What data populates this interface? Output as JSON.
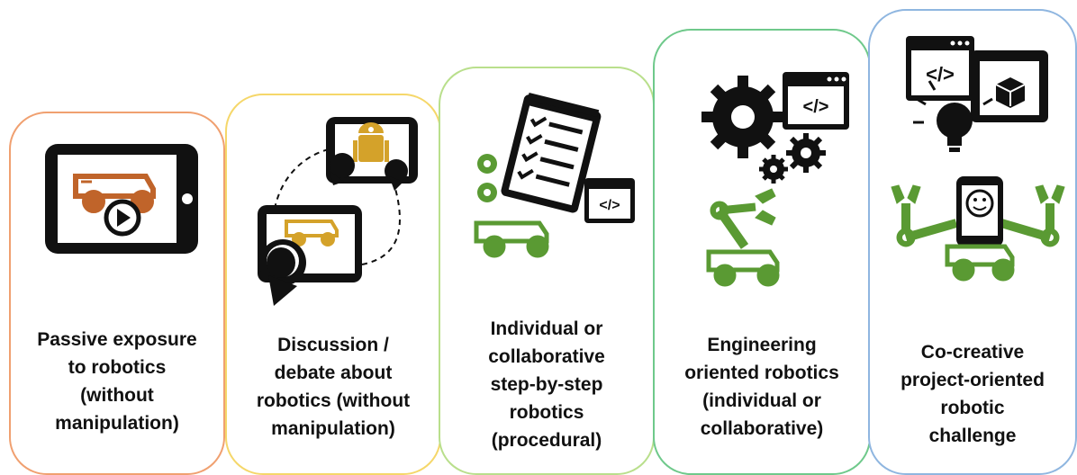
{
  "colors": {
    "stage1_border": "#f0a070",
    "stage2_border": "#f5d76a",
    "stage3_border": "#b9df8c",
    "stage4_border": "#6fc98b",
    "stage5_border": "#8fb6e0",
    "robot_orange": "#c0642a",
    "robot_gold": "#d4a22a",
    "robot_green": "#5a9a33",
    "icon_black": "#111111"
  },
  "stages": [
    {
      "label_lines": [
        "Passive exposure",
        "to robotics",
        "(without",
        "manipulation)"
      ],
      "icons": [
        "tablet-icon",
        "robot-car-icon",
        "play-icon"
      ]
    },
    {
      "label_lines": [
        "Discussion /",
        "debate about",
        "robotics (without",
        "manipulation)"
      ],
      "icons": [
        "tablet-icon",
        "robot-droid-icon",
        "people-heads-icon",
        "robot-car-icon"
      ]
    },
    {
      "label_lines": [
        "Individual or",
        "collaborative",
        "step-by-step",
        "robotics",
        "(procedural)"
      ],
      "icons": [
        "checklist-icon",
        "code-window-icon",
        "robot-car-icon"
      ]
    },
    {
      "label_lines": [
        "Engineering",
        "oriented robotics",
        "(individual or",
        "collaborative)"
      ],
      "icons": [
        "gears-icon",
        "code-window-icon",
        "robot-arm-icon"
      ]
    },
    {
      "label_lines": [
        "Co-creative",
        "project-oriented",
        "robotic",
        "challenge"
      ],
      "icons": [
        "code-window-icon",
        "3d-printer-icon",
        "lightbulb-icon",
        "phone-robot-icon"
      ]
    }
  ],
  "code_glyph": "</>"
}
